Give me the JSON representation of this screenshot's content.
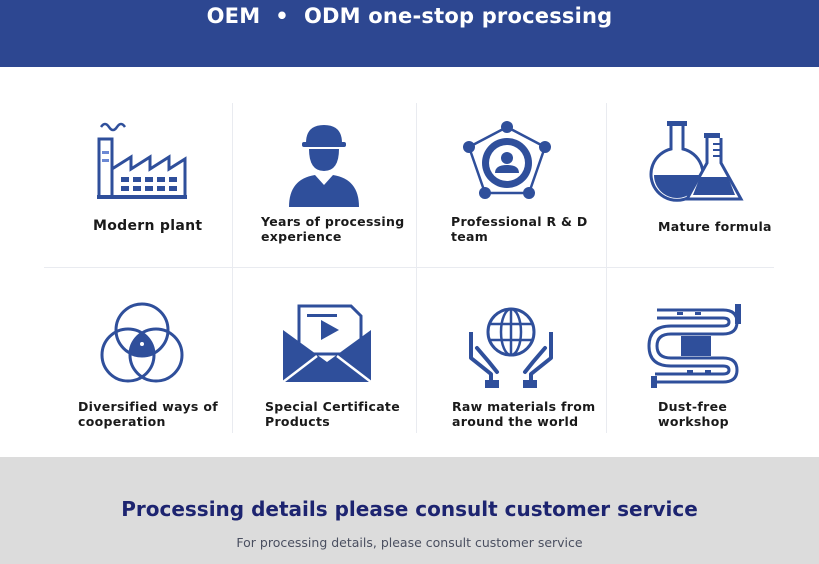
{
  "header": {
    "title": "OEM  •  ODM one-stop processing"
  },
  "colors": {
    "brand_blue": "#2d4791",
    "icon_blue": "#2f4f9b",
    "light_blue": "#6b88d4",
    "footer_gray": "#dcdcdc",
    "footer_text": "#1d2470"
  },
  "features": [
    {
      "icon": "factory-icon",
      "label": "Modern plant"
    },
    {
      "icon": "worker-helmet-icon",
      "label_lines": [
        "Years of processing",
        "experience"
      ]
    },
    {
      "icon": "team-network-icon",
      "label_lines": [
        "Professional R & D",
        "team"
      ]
    },
    {
      "icon": "flask-icon",
      "label": "Mature formula"
    },
    {
      "icon": "venn-circles-icon",
      "label_lines": [
        "Diversified ways of",
        "cooperation"
      ]
    },
    {
      "icon": "certificate-envelope-icon",
      "label_lines": [
        "Special Certificate",
        "Products"
      ]
    },
    {
      "icon": "globe-hands-icon",
      "label_lines": [
        "Raw materials from",
        "around the world"
      ]
    },
    {
      "icon": "pipeline-icon",
      "label_lines": [
        "Dust-free",
        "workshop"
      ]
    }
  ],
  "footer": {
    "title": "Processing details please consult customer service",
    "subtitle": "For processing details, please consult customer service"
  }
}
